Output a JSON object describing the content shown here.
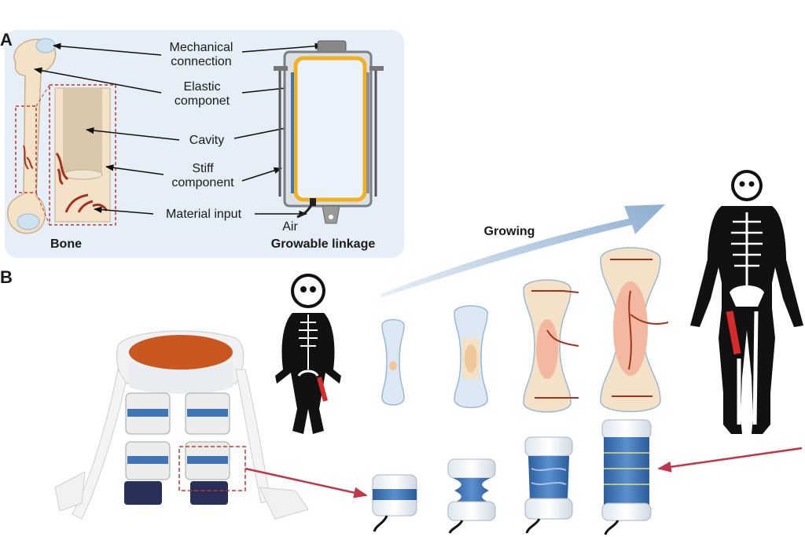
{
  "panel_a": {
    "letter": "A",
    "labels": {
      "mechanical": "Mechanical\nconnection",
      "elastic": "Elastic\ncomponet",
      "cavity": "Cavity",
      "stiff": "Stiff\ncomponent",
      "material": "Material input",
      "air": "Air",
      "bone": "Bone",
      "linkage": "Growable linkage"
    }
  },
  "panel_b": {
    "letter": "B",
    "growing": "Growing"
  },
  "colors": {
    "panel_bg": "#e6eef8",
    "bone": "#f3e2c8",
    "marrow": "#f2b9a0",
    "vessel": "#a3321e",
    "accent_blue": "#3f74b5",
    "frame_yellow": "#f2b021",
    "arrow_red": "#c2364a",
    "arrow_blue": "#a9c1dc"
  }
}
